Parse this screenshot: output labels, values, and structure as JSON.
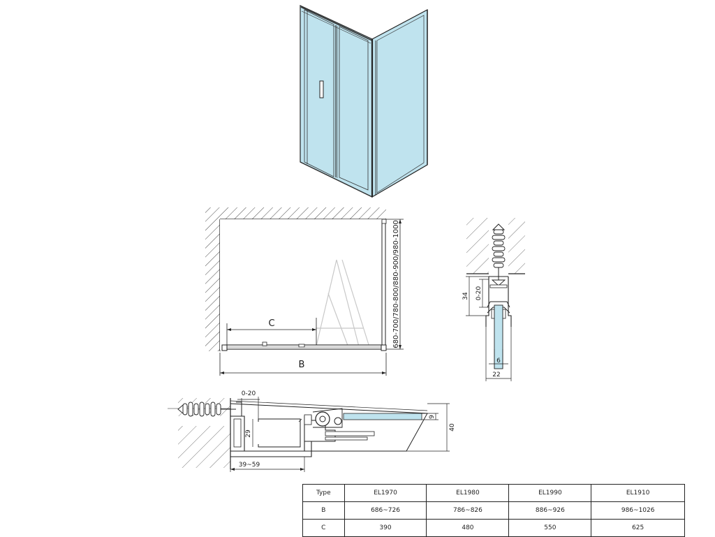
{
  "labels": {
    "c": "C",
    "b": "B",
    "depth_range": "680-700/780-800/880-900/980-1000",
    "profile_adjust": "0-20",
    "profile_height": "34",
    "glass_thickness": "6",
    "profile_width": "22",
    "rail_adjust": "0-20",
    "rail_gap": "9",
    "rail_profile_height": "29",
    "rail_total_height": "40",
    "rail_width_range": "39~59"
  },
  "table": {
    "header": [
      "Type",
      "EL1970",
      "EL1980",
      "EL1990",
      "EL1910"
    ],
    "rows": [
      [
        "B",
        "686~726",
        "786~826",
        "886~926",
        "986~1026"
      ],
      [
        "C",
        "390",
        "480",
        "550",
        "625"
      ]
    ]
  },
  "colors": {
    "glass": "#bfe3ee",
    "line": "#1a1a1a",
    "watermark": "#c8c8c8"
  }
}
